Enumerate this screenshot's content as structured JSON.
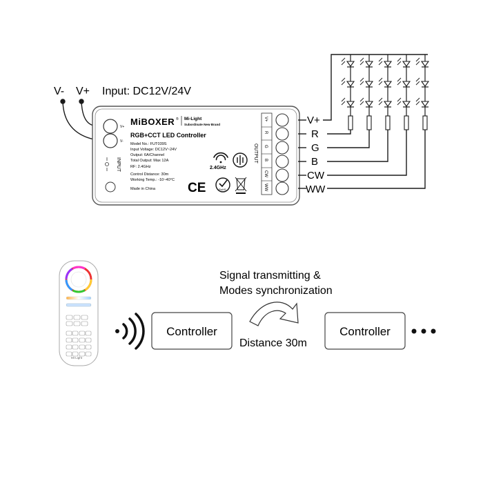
{
  "input_label": "Input: DC12V/24V",
  "vminus": "V-",
  "vplus": "V+",
  "controller": {
    "brand": "MiBOXER",
    "reg": "®",
    "sub_brand": "Mi-Light",
    "sub_brand_note": "Subordinate New Brand",
    "title": "RGB+CCT LED Controller",
    "specs": [
      "Model No.: FUT039S",
      "Input Voltage: DC12V~24V",
      "Output: 6A/Channel",
      "Total Output: Max 12A",
      "RF: 2.4GHz",
      "Control Distance: 30m",
      "Working Temp.: -10~40°C"
    ],
    "made_in": "Made in China",
    "freq": "2.4GHz",
    "port_vplus": "V+",
    "port_vminus": "V-",
    "input_side": "INPUT",
    "output_side": "OUTPUT",
    "terminals": [
      "V+",
      "R",
      "G",
      "B",
      "CW",
      "WW"
    ],
    "marks": {
      "ce": "CE",
      "rohs": "RoHS"
    }
  },
  "outputs": [
    "V+",
    "R",
    "G",
    "B",
    "CW",
    "WW"
  ],
  "flow": {
    "controller1": "Controller",
    "controller2": "Controller",
    "signal_line1": "Signal transmitting &",
    "signal_line2": "Modes synchronization",
    "distance": "Distance 30m",
    "remote_brand": "Mi·Light"
  },
  "colors": {
    "line": "#1a1a1a",
    "box": "#555555"
  }
}
